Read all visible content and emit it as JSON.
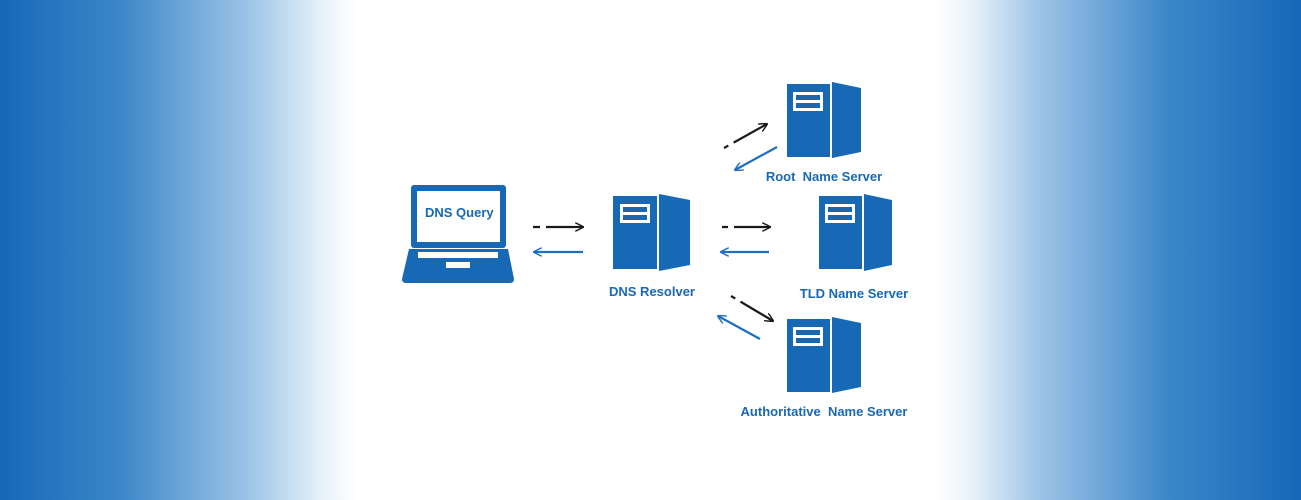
{
  "colors": {
    "accent": "#1769b5",
    "arrow_request": "#1a1a1a",
    "arrow_response": "#1e6fbf"
  },
  "nodes": {
    "client": {
      "icon": "laptop-icon",
      "screen_label": "DNS Query"
    },
    "resolver": {
      "icon": "server-icon",
      "label": "DNS Resolver"
    },
    "root": {
      "icon": "server-icon",
      "label": "Root  Name Server"
    },
    "tld": {
      "icon": "server-icon",
      "label": "TLD Name Server"
    },
    "authoritative": {
      "icon": "server-icon",
      "label": "Authoritative  Name Server"
    }
  }
}
